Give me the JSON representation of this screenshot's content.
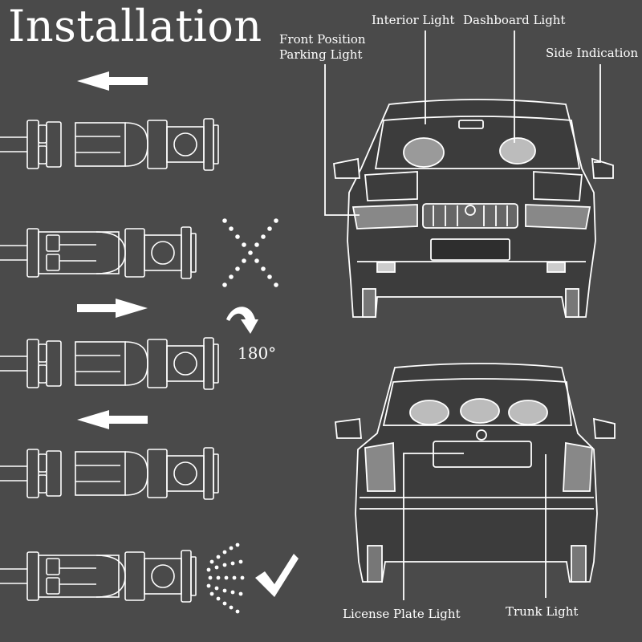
{
  "title": "Installation",
  "rotation_label": "180°",
  "labels": {
    "front_position": "Front Position",
    "parking_light": "Parking Light",
    "interior_light": "Interior Light",
    "dashboard_light": "Dashboard Light",
    "side_indication": "Side Indication",
    "license_plate_light": "License Plate Light",
    "trunk_light": "Trunk Light"
  },
  "icons": {
    "left_arrow": "left-arrow-icon",
    "right_arrow": "right-arrow-icon",
    "wrong_mark": "dotted-x-icon",
    "rotate": "rotate-arrow-icon",
    "check": "checkmark-icon",
    "light_rays": "light-rays-icon"
  },
  "colors": {
    "background": "#4a4a4a",
    "line": "#ffffff",
    "car_body": "#3a3a3a"
  }
}
